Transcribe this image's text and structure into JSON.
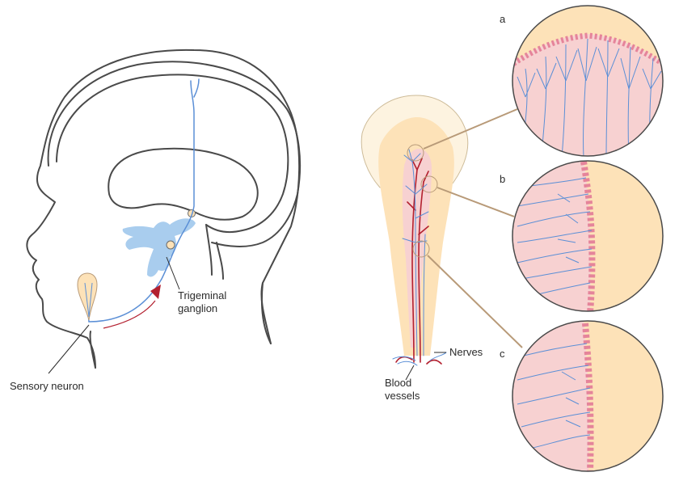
{
  "labels": {
    "sensory_neuron": "Sensory neuron",
    "trigeminal_line1": "Trigeminal",
    "trigeminal_line2": "ganglion",
    "nerves": "Nerves",
    "blood_line1": "Blood",
    "blood_line2": "vessels"
  },
  "panels": {
    "a": "a",
    "b": "b",
    "c": "c"
  },
  "colors": {
    "outline": "#4a4a4a",
    "nerve": "#5b8fd6",
    "ganglion": "#a9cdee",
    "vessel": "#b3202f",
    "dentin": "#fde2b8",
    "enamel": "#fdf3e0",
    "pulp": "#f7d1d1",
    "odontoblast": "#e5849a",
    "connector": "#b89a78"
  }
}
